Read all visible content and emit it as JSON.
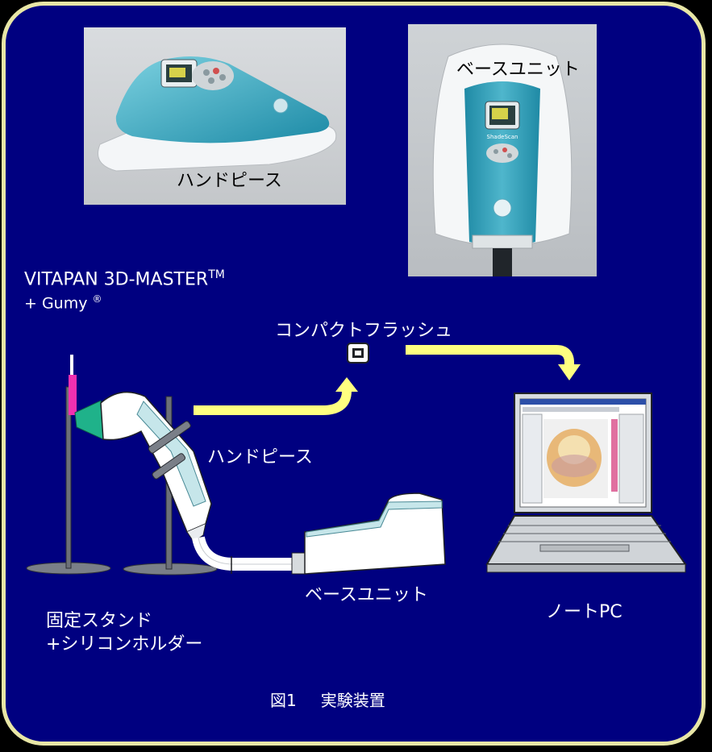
{
  "photos": {
    "handpiece_caption": "ハンドピース",
    "base_unit_caption": "ベースユニット",
    "device_screen_text": "ShadeScan"
  },
  "shade_guide": {
    "line1": "VITAPAN 3D-MASTER",
    "line1_superscript": "TM",
    "line2": "+ Gumy",
    "line2_superscript": "®"
  },
  "labels": {
    "compact_flash": "コンパクトフラッシュ",
    "handpiece": "ハンドピース",
    "base_unit": "ベースユニット",
    "laptop": "ノートPC",
    "stand_line1": "固定スタンド",
    "stand_line2": "+シリコンホルダー"
  },
  "caption": {
    "figure": "図1",
    "title": "実験装置"
  },
  "colors": {
    "background": "#000080",
    "border": "#e8e6a6",
    "arrow": "#ffff80",
    "teal_device": "#2a9bb5"
  }
}
